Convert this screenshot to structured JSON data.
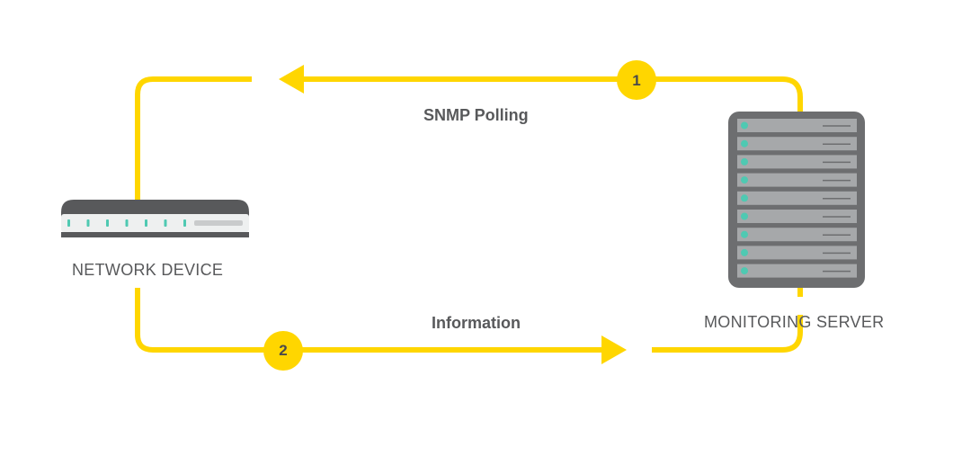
{
  "colors": {
    "flow": "#FFD600",
    "device_body": "#58595b",
    "device_panel": "#eef0f0",
    "led": "#4fc9b2",
    "server_frame": "#6d6e70",
    "server_drive": "#a6a8aa",
    "label_text": "#58595b"
  },
  "network_device": {
    "label": "NETWORK DEVICE",
    "icon": "router-icon",
    "led_count": 7
  },
  "monitoring_server": {
    "label": "MONITORING SERVER",
    "icon": "server-rack-icon",
    "drive_count": 9
  },
  "flows": [
    {
      "step": "1",
      "label": "SNMP Polling",
      "direction": "server-to-device"
    },
    {
      "step": "2",
      "label": "Information",
      "direction": "device-to-server"
    }
  ]
}
